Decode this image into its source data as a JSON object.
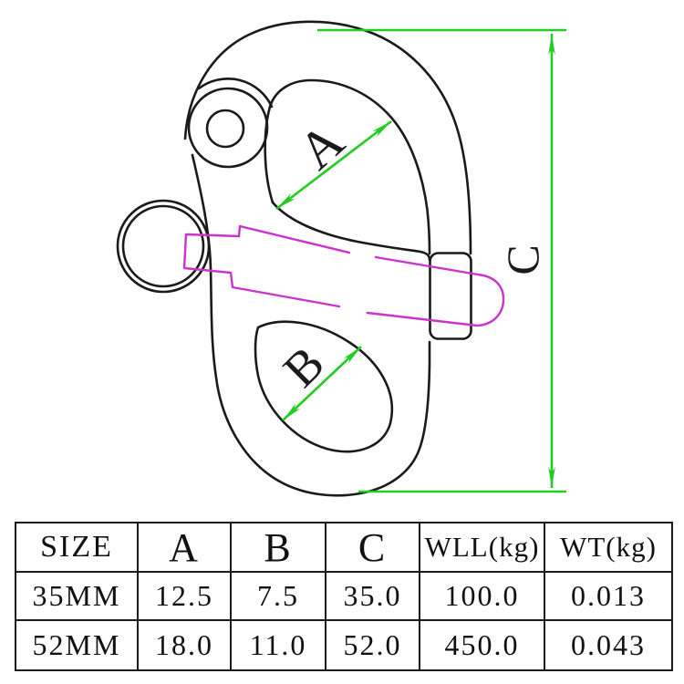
{
  "diagram": {
    "labels": {
      "a": "A",
      "b": "B",
      "c": "C"
    },
    "colors": {
      "outline": "#1a1a1a",
      "pin": "#cc33cc",
      "dimension_lines": "#22cc22",
      "background": "#ffffff"
    }
  },
  "table": {
    "headers": [
      "SIZE",
      "A",
      "B",
      "C",
      "WLL(kg)",
      "WT(kg)"
    ],
    "rows": [
      [
        "35MM",
        "12.5",
        "7.5",
        "35.0",
        "100.0",
        "0.013"
      ],
      [
        "52MM",
        "18.0",
        "11.0",
        "52.0",
        "450.0",
        "0.043"
      ]
    ]
  }
}
